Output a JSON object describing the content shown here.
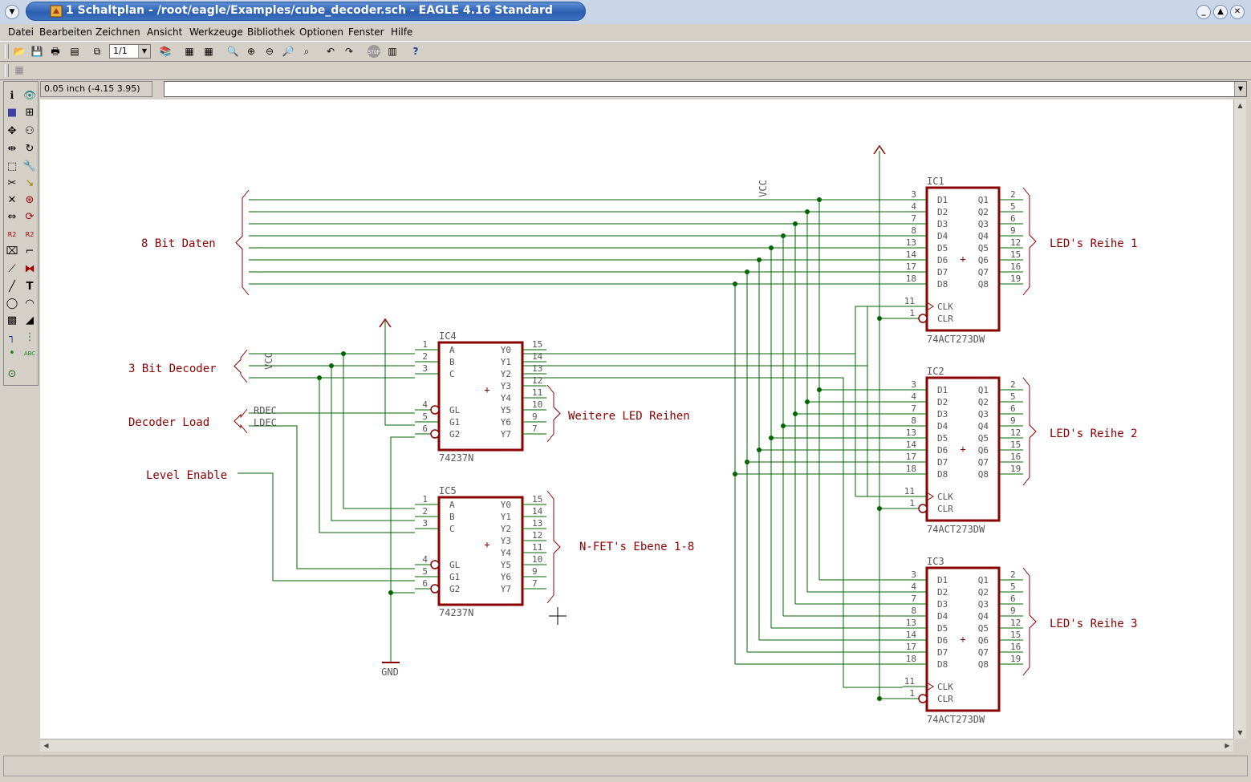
{
  "window": {
    "title": "1 Schaltplan - /root/eagle/Examples/cube_decoder.sch - EAGLE 4.16 Standard"
  },
  "menu": [
    "Datei",
    "Bearbeiten",
    "Zeichnen",
    "Ansicht",
    "Werkzeuge",
    "Bibliothek",
    "Optionen",
    "Fenster",
    "Hilfe"
  ],
  "toolbar": {
    "sheet_select": "1/1",
    "stop_label": "STOP",
    "help_label": "?"
  },
  "command": {
    "coordinates": "0.05 inch (-4.15 3.95)",
    "input_value": ""
  },
  "schematic": {
    "vcc_label": "VCC",
    "gnd_label": "GND",
    "buses": {
      "data": "8 Bit Daten",
      "decoder": "3 Bit Decoder",
      "load": "Decoder Load",
      "level": "Level Enable",
      "more_rows": "Weitere LED Reihen",
      "nfet": "N-FET's Ebene 1-8",
      "row1": "LED's Reihe 1",
      "row2": "LED's Reihe 2",
      "row3": "LED's Reihe 3"
    },
    "net_labels": {
      "rdec": "RDEC",
      "ldec": "LDEC"
    },
    "latch_parts": [
      {
        "name": "IC1",
        "value": "74ACT273DW"
      },
      {
        "name": "IC2",
        "value": "74ACT273DW"
      },
      {
        "name": "IC3",
        "value": "74ACT273DW"
      }
    ],
    "decoder_parts": [
      {
        "name": "IC4",
        "value": "74237N"
      },
      {
        "name": "IC5",
        "value": "74237N"
      }
    ],
    "latch_inputs": [
      {
        "pin": "3",
        "name": "D1"
      },
      {
        "pin": "4",
        "name": "D2"
      },
      {
        "pin": "7",
        "name": "D3"
      },
      {
        "pin": "8",
        "name": "D4"
      },
      {
        "pin": "13",
        "name": "D5"
      },
      {
        "pin": "14",
        "name": "D6"
      },
      {
        "pin": "17",
        "name": "D7"
      },
      {
        "pin": "18",
        "name": "D8"
      }
    ],
    "latch_outputs": [
      {
        "pin": "2",
        "name": "Q1"
      },
      {
        "pin": "5",
        "name": "Q2"
      },
      {
        "pin": "6",
        "name": "Q3"
      },
      {
        "pin": "9",
        "name": "Q4"
      },
      {
        "pin": "12",
        "name": "Q5"
      },
      {
        "pin": "15",
        "name": "Q6"
      },
      {
        "pin": "16",
        "name": "Q7"
      },
      {
        "pin": "19",
        "name": "Q8"
      }
    ],
    "latch_ctrl": [
      {
        "pin": "11",
        "name": "CLK"
      },
      {
        "pin": "1",
        "name": "CLR"
      }
    ],
    "dec_inputs": [
      {
        "pin": "1",
        "name": "A"
      },
      {
        "pin": "2",
        "name": "B"
      },
      {
        "pin": "3",
        "name": "C"
      },
      {
        "pin": "4",
        "name": "GL"
      },
      {
        "pin": "5",
        "name": "G1"
      },
      {
        "pin": "6",
        "name": "G2"
      }
    ],
    "dec_outputs": [
      {
        "pin": "15",
        "name": "Y0"
      },
      {
        "pin": "14",
        "name": "Y1"
      },
      {
        "pin": "13",
        "name": "Y2"
      },
      {
        "pin": "12",
        "name": "Y3"
      },
      {
        "pin": "11",
        "name": "Y4"
      },
      {
        "pin": "10",
        "name": "Y5"
      },
      {
        "pin": "9",
        "name": "Y6"
      },
      {
        "pin": "7",
        "name": "Y7"
      }
    ],
    "colors": {
      "part": "#8b0000",
      "wire": "#006400",
      "text": "#8b0000",
      "pin_text": "#555555"
    }
  }
}
